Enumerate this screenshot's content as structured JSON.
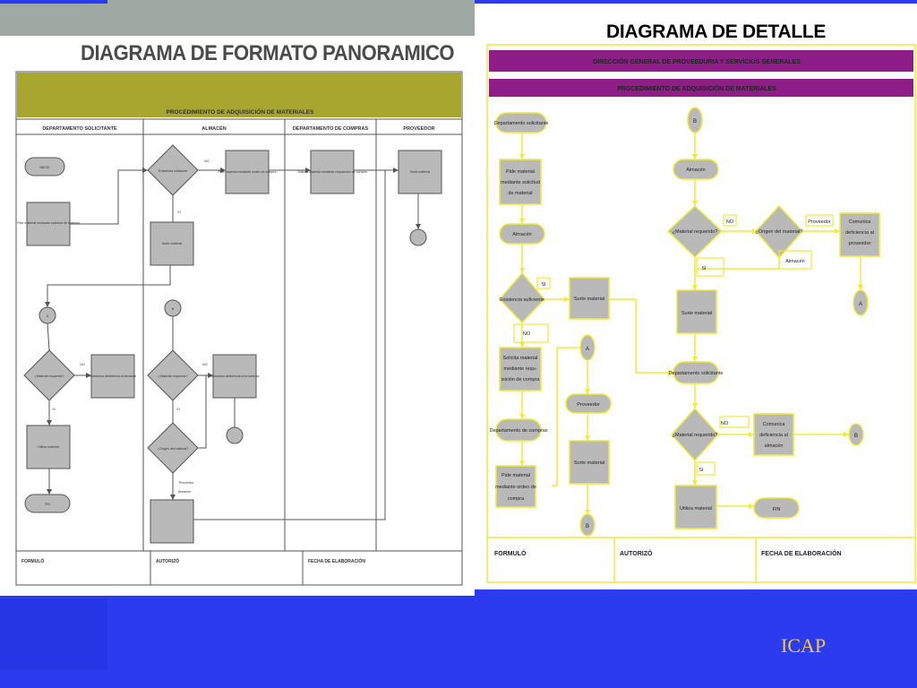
{
  "left_title": "DIAGRAMA DE FORMATO PANORAMICO",
  "right_title": "DIAGRAMA DE DETALLE",
  "icap": "ICAP",
  "left": {
    "band": "PROCEDIMIENTO DE ADQUISICIÓN DE MATERIALES",
    "columns": [
      "DEPARTAMENTO SOLICITANTE",
      "ALMACÉN",
      "DEPARTAMENTO DE COMPRAS",
      "PROVEEDOR"
    ],
    "shapes": {
      "inicio": "INICIO",
      "pide": "Pide material mediante solicitud de material",
      "existencia": "Existencia suficiente",
      "no1": "NO",
      "si1": "SI",
      "surte": "Surte material",
      "solicita": "Solicita material mediante requisición de compra",
      "pide_orden": "Pide material mediante orden de compra",
      "surte_prov": "Surte material",
      "conn_a": "A",
      "conn_b": "B",
      "material_req": "¿Material requerido?",
      "no2": "NO",
      "si2": "SI",
      "comunica": "Comunica deficiencia al almacén",
      "utiliza": "Utiliza material",
      "fin": "FIN",
      "material_req2": "¿Material requerido?",
      "no3": "NO",
      "si3": "SI",
      "origen": "¿Origen del material?",
      "proveedor": "Proveedor",
      "almacen": "Almacén",
      "comunica_prov": "Comunica deficiencia al proveedor"
    },
    "footer": [
      "FORMULÓ",
      "AUTORIZÓ",
      "FECHA DE ELABORACIÓN"
    ]
  },
  "right": {
    "header1": "DIRECCIÓN GENERAL DE PROVEEDURIA Y SERVICIOS GENERALES",
    "header2": "PROCEDIMIENTO DE ADQUISICIÓN DE MATERIALES",
    "nodes": {
      "dep_sol": "Departamento solicitante",
      "pide1": "Pide material",
      "pide2": "mediante solicitud",
      "pide3": "de material",
      "almacen1": "Almacén",
      "existencia": "Existencia suficiente",
      "si1": "SI",
      "surte1": "Surte material",
      "no1": "NO",
      "solicita1": "Solicita material",
      "solicita2": "mediante requ-",
      "solicita3": "isición de compra",
      "dep_compras": "Departamento de compras",
      "pide_orden1": "Pide material",
      "pide_orden2": "mediante orden de",
      "pide_orden3": "compra",
      "a1": "A",
      "proveedor1": "Proveedor",
      "surte_prov": "Surte material",
      "b1": "B",
      "b_top": "B",
      "almacen2": "Almacén",
      "mat_req1": "¿Material requerido?",
      "no2": "NO",
      "origen": "¿Origen del material?",
      "proveedor2": "Proveedor",
      "almacen3": "Almacén",
      "comunica1": "Comunica",
      "comunica2": "deficiencia al",
      "comunica3": "proveedor",
      "si2": "SI",
      "a2": "A",
      "surte2": "Surte material",
      "dep_sol2": "Departamento solicitante",
      "mat_req2": "¿Material requerido?",
      "no3": "NO",
      "comunica_alm1": "Comunica",
      "comunica_alm2": "deficiencia al",
      "comunica_alm3": "almacén",
      "b2": "B",
      "si3": "SI",
      "utiliza": "Utiliza material",
      "fin": "FIN"
    },
    "footer": [
      "FORMULÓ",
      "AUTORIZÓ",
      "FECHA DE ELABORACIÓN"
    ]
  }
}
